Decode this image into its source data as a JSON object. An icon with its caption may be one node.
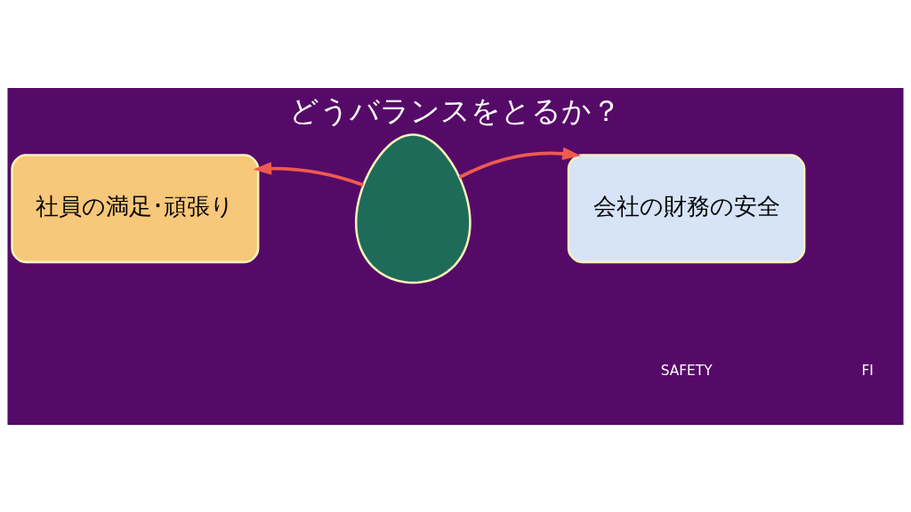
{
  "diagram": {
    "title": "どうバランスをとるか？",
    "nodes": [
      {
        "text": [
          "社員の満足･頑張り"
        ]
      },
      {
        "text": [],
        "shape": "person"
      },
      {
        "text": [
          "会社の財務の安全"
        ]
      }
    ],
    "edges": [
      {
        "from": 1,
        "to": 0,
        "arrow": "to"
      },
      {
        "from": 1,
        "to": 2,
        "arrow": "to"
      }
    ],
    "labels": [
      "SAFETY",
      "FI"
    ]
  }
}
